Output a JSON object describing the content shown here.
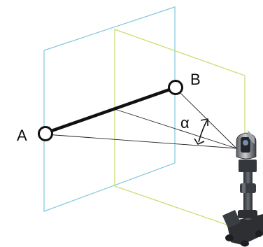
{
  "diagram": {
    "labels": {
      "point_a": "A",
      "point_b": "B",
      "angle": "α"
    },
    "colors": {
      "plane_back": "#7fc9dc",
      "plane_front": "#c9dd6a",
      "segment": "#111111",
      "sight_lines": "#222222",
      "device_body": "#3a3d42",
      "device_highlight": "#8a8f96"
    },
    "icons": {
      "device": "laser-tracker-on-tripod-stand"
    }
  }
}
